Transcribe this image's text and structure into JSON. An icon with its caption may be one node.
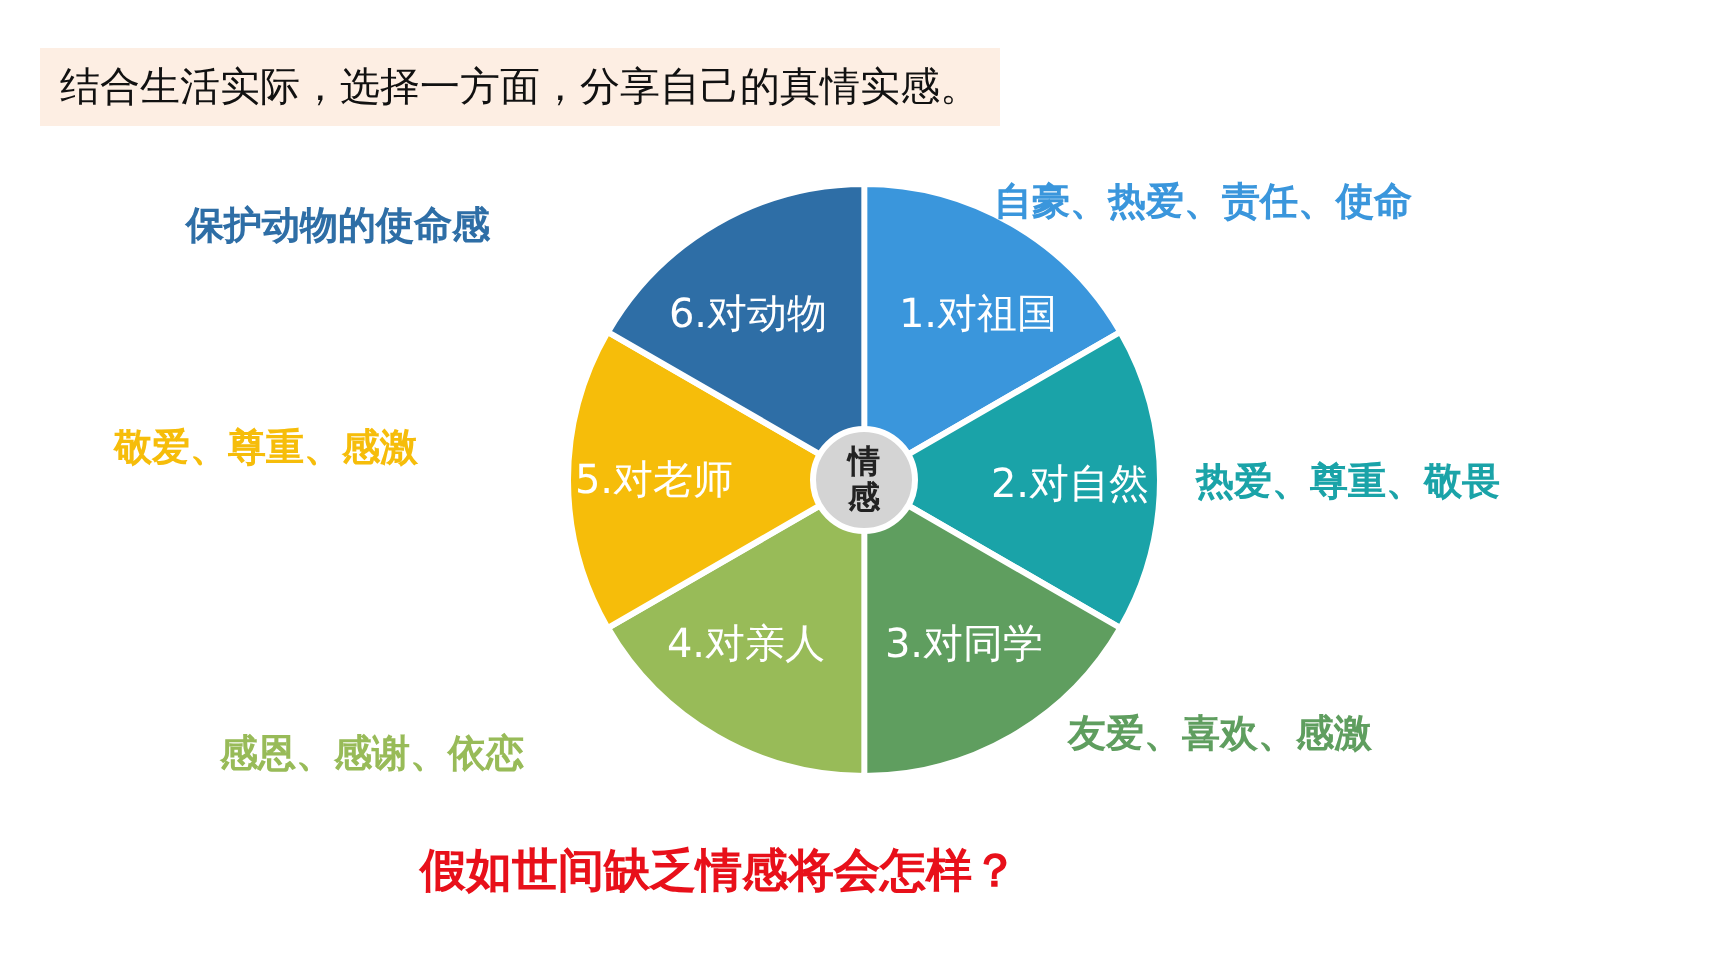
{
  "diagram": {
    "title": "结合生活实际，选择一方面，分享自己的真情实感。",
    "nodes": [
      {
        "text": [
          "1.对祖国"
        ],
        "beside": [
          "自豪、热爱、责任、使命"
        ]
      },
      {
        "text": [
          "2.对自然"
        ],
        "beside": [
          "热爱、尊重、敬畏"
        ]
      },
      {
        "text": [
          "3.对同学"
        ],
        "beside": [
          "友爱、喜欢、感激"
        ]
      },
      {
        "text": [
          "4.对亲人"
        ],
        "beside": [
          "感恩、感谢、依恋"
        ]
      },
      {
        "text": [
          "5.对老师"
        ],
        "beside": [
          "敬爱、尊重、感激"
        ]
      },
      {
        "text": [
          "6.对动物"
        ],
        "beside": [
          "保护动物的使命感"
        ]
      },
      {
        "text": [
          "情感"
        ]
      }
    ],
    "labels": [
      "假如世间缺乏情感将会怎样？"
    ]
  }
}
